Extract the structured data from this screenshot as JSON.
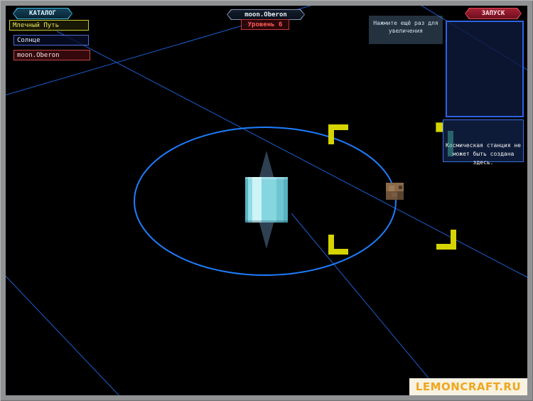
{
  "sidebar": {
    "catalog_label": "КАТАЛОГ",
    "items": [
      {
        "label": "Млечный Путь",
        "type": "galaxy"
      },
      {
        "label": "Солнце",
        "type": "star"
      },
      {
        "label": "moon.Oberon",
        "type": "moon"
      }
    ]
  },
  "header": {
    "body_name": "moon.Oberon",
    "level_label": "Уровень 6"
  },
  "launch": {
    "label": "ЗАПУСК"
  },
  "tooltip": {
    "text": "Нажмите ещё раз для\nувеличения"
  },
  "warning": {
    "text": "Космическая станция не\nможет быть создана\nздесь."
  },
  "watermark": {
    "text": "LEMONCRAFT.RU"
  },
  "icons": {
    "selection_marker": "diamond-cursor",
    "selection_bracket": "yellow-corner-L",
    "warning_marker": "yellow-square",
    "asteroid": "pixel-asteroid"
  },
  "colors": {
    "frame_gray": "#8f9193",
    "background": "#000000",
    "orbit_blue": "#1e7eff",
    "line_blue": "#1a5fd0",
    "ui_cyan": "#3ab4da",
    "panel_blue": "#2e63e4",
    "galaxy_yellow": "#c9c93a",
    "star_blue": "#4b6cd4",
    "danger_red": "#c03a3a",
    "launch_red": "#a32034",
    "bracket_yellow": "#d6d400",
    "planet_cyan": "#8fdde6",
    "watermark_orange": "#efa71d",
    "watermark_bg": "#f7f2e2"
  }
}
